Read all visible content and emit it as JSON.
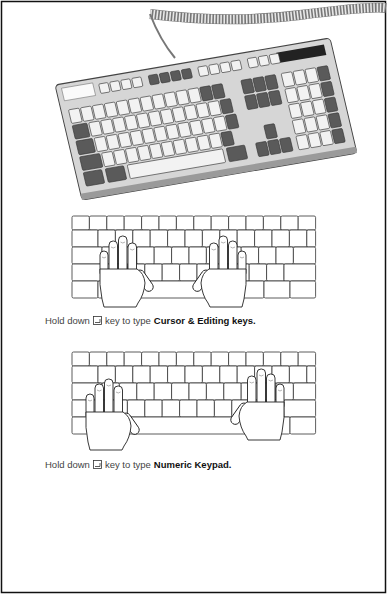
{
  "diagram": {
    "labels": [
      "Hold down",
      "key to type",
      "Cursor & Editing keys.",
      "Hold down",
      "key to type",
      "Numeric Keypad."
    ]
  }
}
